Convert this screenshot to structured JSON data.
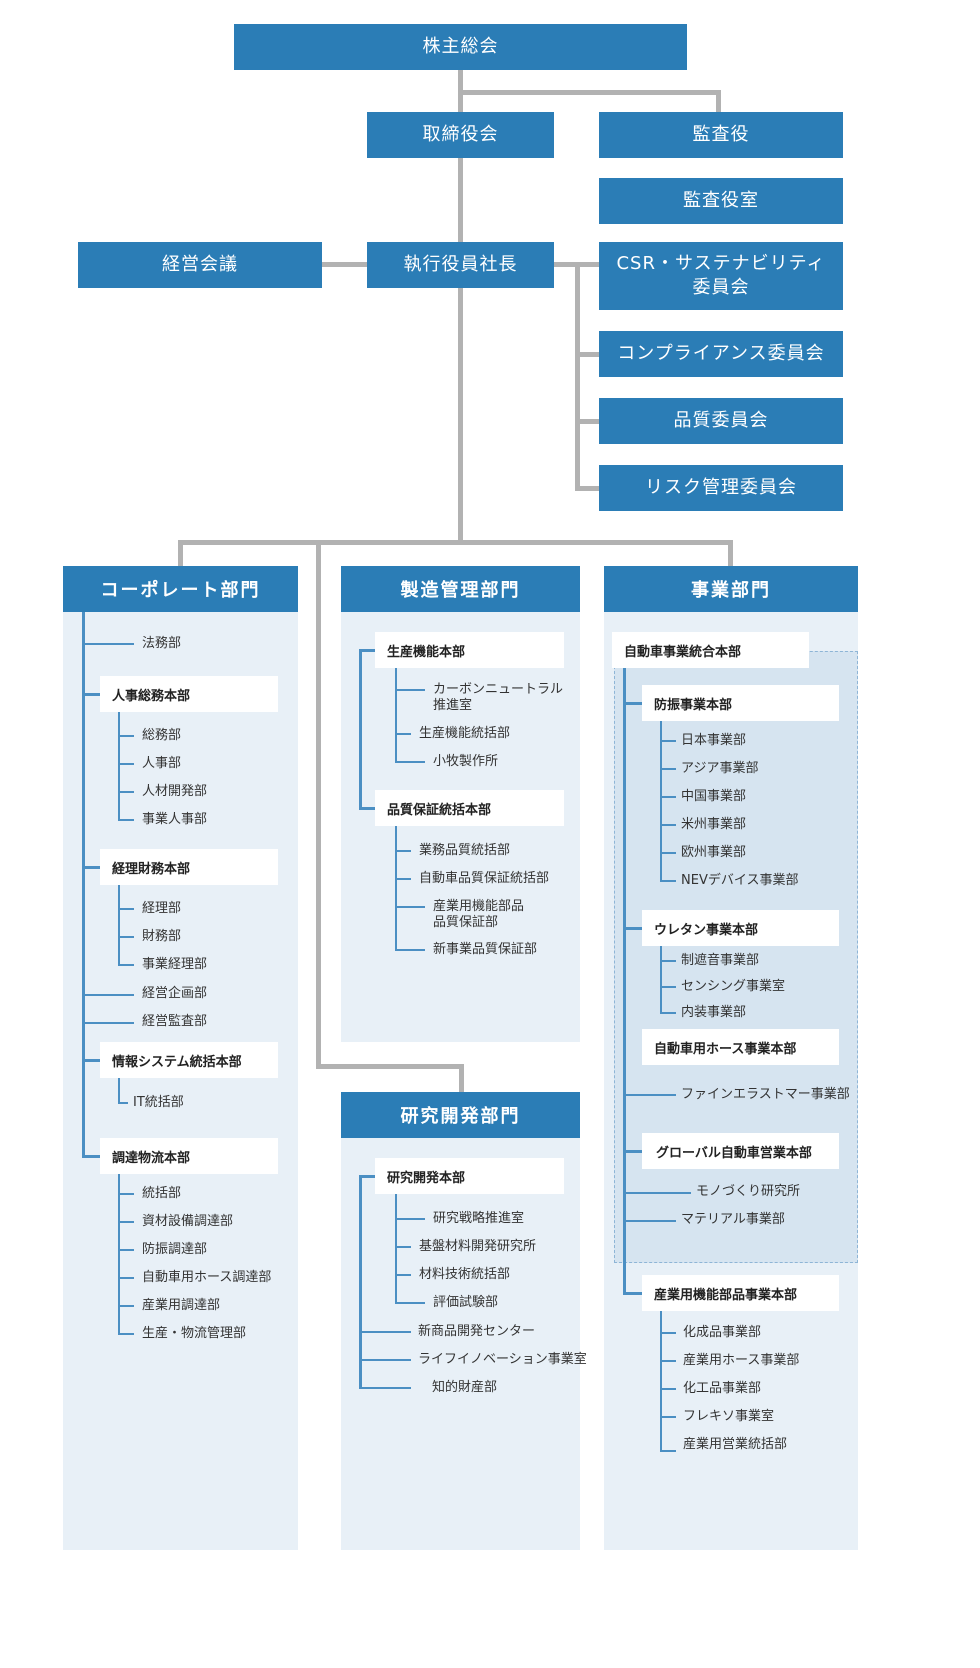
{
  "top": {
    "shareholders": "株主総会",
    "board": "取締役会",
    "auditor": "監査役",
    "auditor_office": "監査役室",
    "management_meeting": "経営会議",
    "president": "執行役員社長",
    "csr": [
      "CSR・サステナビリティ",
      "委員会"
    ],
    "compliance": "コンプライアンス委員会",
    "quality_committee": "品質委員会",
    "risk": "リスク管理委員会"
  },
  "corporate": {
    "title": "コーポレート部門",
    "legal": "法務部",
    "hr_general": {
      "title": "人事総務本部",
      "items": [
        "総務部",
        "人事部",
        "人材開発部",
        "事業人事部"
      ]
    },
    "finance": {
      "title": "経理財務本部",
      "items": [
        "経理部",
        "財務部",
        "事業経理部"
      ]
    },
    "planning": "経営企画部",
    "audit": "経営監査部",
    "it": {
      "title": "情報システム統括本部",
      "items": [
        "IT統括部"
      ]
    },
    "procurement": {
      "title": "調達物流本部",
      "items": [
        "統括部",
        "資材設備調達部",
        "防振調達部",
        "自動車用ホース調達部",
        "産業用調達部",
        "生産・物流管理部"
      ]
    }
  },
  "manufacturing": {
    "title": "製造管理部門",
    "production": {
      "title": "生産機能本部",
      "items": [
        [
          "カーボンニュートラル",
          "推進室"
        ],
        [
          "生産機能統括部"
        ],
        [
          "小牧製作所"
        ]
      ]
    },
    "quality": {
      "title": "品質保証統括本部",
      "items": [
        [
          "業務品質統括部"
        ],
        [
          "自動車品質保証統括部"
        ],
        [
          "産業用機能部品",
          "品質保証部"
        ],
        [
          "新事業品質保証部"
        ]
      ]
    }
  },
  "rnd": {
    "title": "研究開発部門",
    "hq": {
      "title": "研究開発本部",
      "items": [
        "研究戦略推進室",
        "基盤材料開発研究所",
        "材料技術統括部",
        "評価試験部"
      ]
    },
    "others": [
      "新商品開発センター",
      "ライフイノベーション事業室",
      "知的財産部"
    ]
  },
  "business": {
    "title": "事業部門",
    "auto_hq": "自動車事業統合本部",
    "avs": {
      "title": "防振事業本部",
      "items": [
        "日本事業部",
        "アジア事業部",
        "中国事業部",
        "米州事業部",
        "欧州事業部",
        "NEVデバイス事業部"
      ]
    },
    "urethane": {
      "title": "ウレタン事業本部",
      "items": [
        "制遮音事業部",
        "センシング事業室",
        "内装事業部"
      ]
    },
    "hose": {
      "title": "自動車用ホース事業本部",
      "items": [
        "ファインエラストマー事業部"
      ]
    },
    "global": {
      "title": "グローバル自動車営業本部",
      "items": [
        "モノづくり研究所",
        "マテリアル事業部"
      ]
    },
    "industrial": {
      "title": "産業用機能部品事業本部",
      "items": [
        "化成品事業部",
        "産業用ホース事業部",
        "化工品事業部",
        "フレキソ事業室",
        "産業用営業統括部"
      ]
    }
  },
  "colors": {
    "primary": "#2b7db6",
    "panel": "#e8f0f7",
    "connector": "#b2b2b2",
    "branch": "#4b8fc3"
  }
}
